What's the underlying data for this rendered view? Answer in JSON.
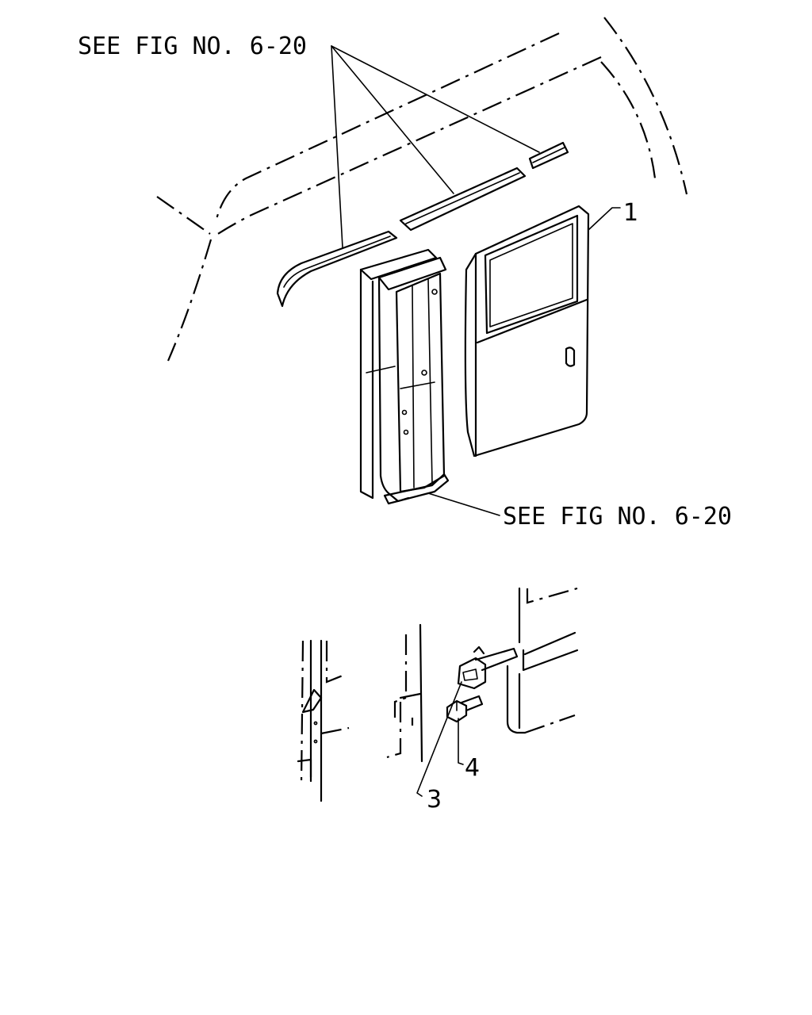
{
  "callouts": {
    "top_reference": "SEE FIG NO. 6-20",
    "bottom_reference": "SEE FIG NO. 6-20",
    "part_1": "1",
    "part_3": "3",
    "part_4": "4"
  }
}
